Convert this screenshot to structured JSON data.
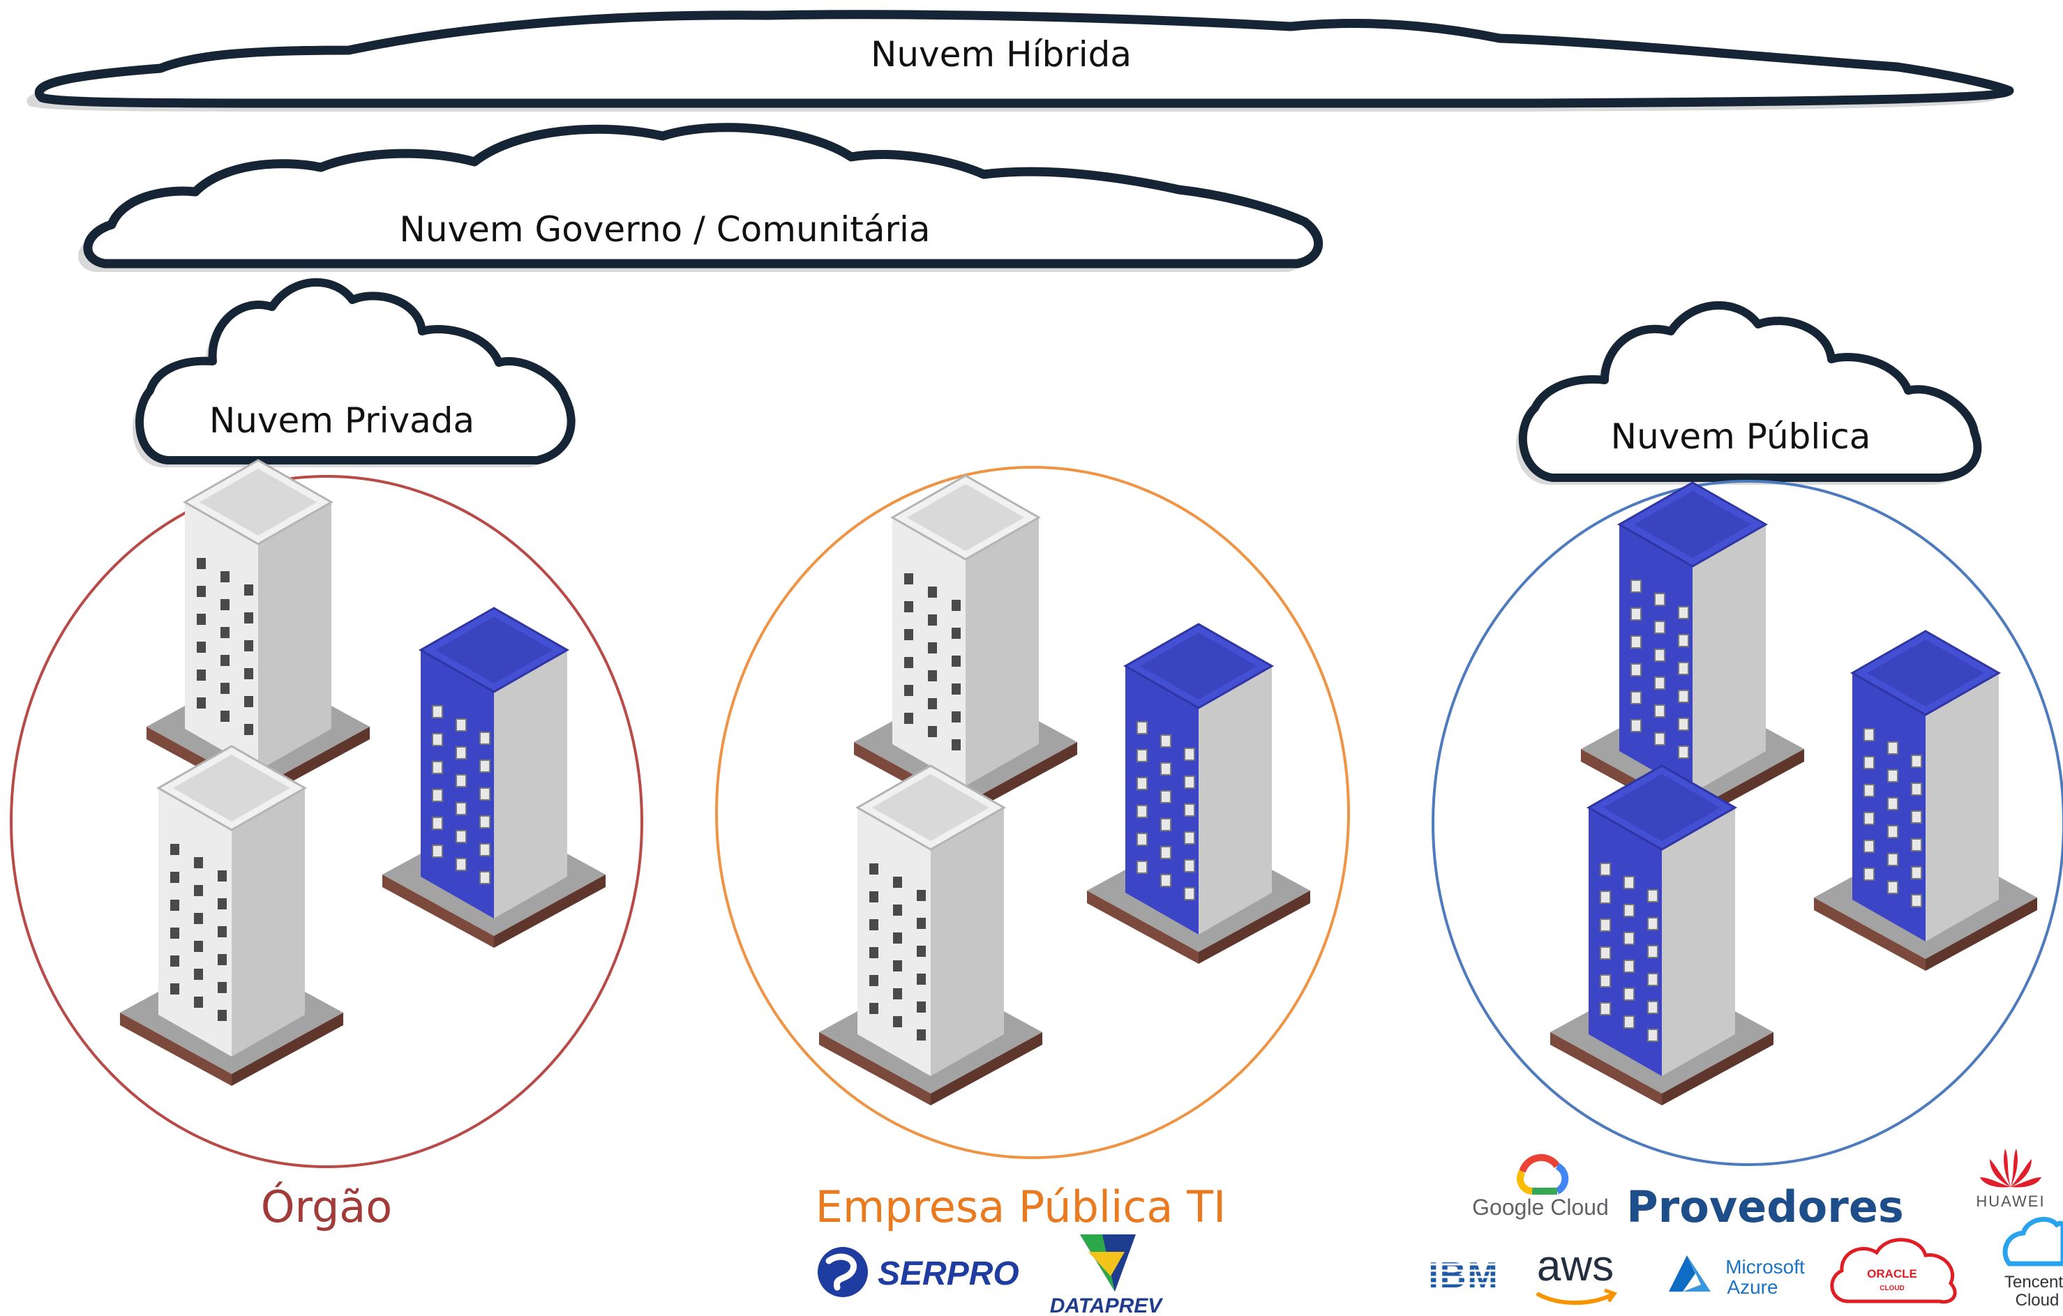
{
  "clouds": {
    "hybrid": "Nuvem Híbrida",
    "government": "Nuvem Governo / Comunitária",
    "private": "Nuvem Privada",
    "public": "Nuvem Pública"
  },
  "groups": {
    "orgao": {
      "label": "Órgão",
      "color": "#a23a38"
    },
    "empresa": {
      "label": "Empresa Pública TI",
      "color": "#ea7a1f"
    },
    "provedores": {
      "label": "Provedores",
      "color": "#1d4e89"
    }
  },
  "ellipse_colors": {
    "orgao": "#b84a48",
    "empresa": "#ee9444",
    "provedores": "#4e7bbd"
  },
  "logos": {
    "serpro": "SERPRO",
    "dataprev": "DATAPREV",
    "google": "Google Cloud",
    "huawei": "HUAWEI",
    "ibm": "IBM",
    "aws": "aws",
    "azure_line1": "Microsoft",
    "azure_line2": "Azure",
    "oracle": "ORACLE",
    "oracle_sub": "CLOUD",
    "tencent_line1": "Tencent",
    "tencent_line2": "Cloud"
  },
  "icons": [
    "cloud-outline-icon",
    "white-office-building-icon",
    "blue-office-building-icon",
    "google-cloud-logo-icon",
    "huawei-logo-icon",
    "azure-logo-icon",
    "oracle-cloud-logo-icon",
    "tencent-cloud-logo-icon",
    "serpro-logo-icon",
    "dataprev-logo-icon",
    "aws-smile-icon"
  ]
}
